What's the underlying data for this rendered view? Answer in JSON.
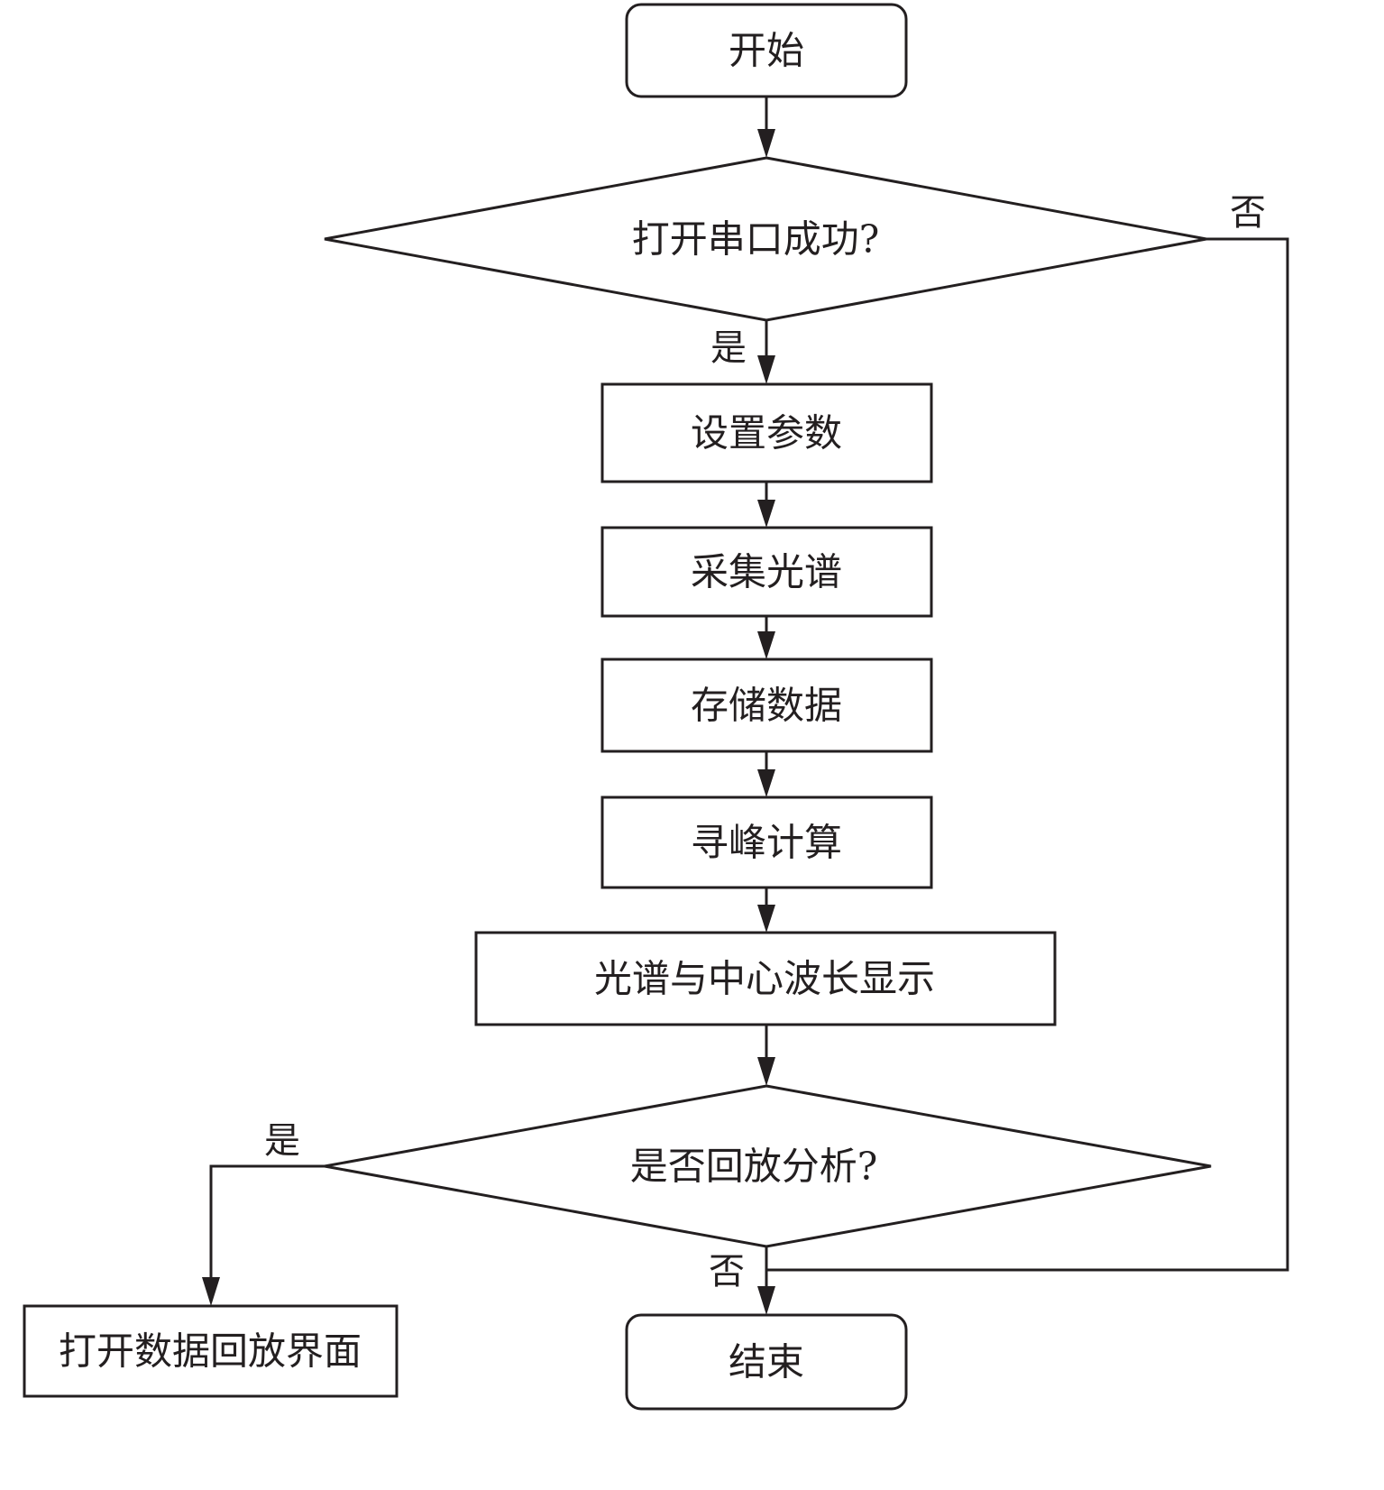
{
  "diagram": {
    "type": "flowchart",
    "colors": {
      "stroke": "#231f20",
      "fill": "#ffffff",
      "text": "#231f20"
    },
    "nodes": {
      "start": {
        "shape": "terminator",
        "label": "开始"
      },
      "open_port": {
        "shape": "decision",
        "label": "打开串口成功?"
      },
      "set_params": {
        "shape": "process",
        "label": "设置参数"
      },
      "collect_spectrum": {
        "shape": "process",
        "label": "采集光谱"
      },
      "store_data": {
        "shape": "process",
        "label": "存储数据"
      },
      "peak_calc": {
        "shape": "process",
        "label": "寻峰计算"
      },
      "display": {
        "shape": "process",
        "label": "光谱与中心波长显示"
      },
      "playback_decision": {
        "shape": "decision",
        "label": "是否回放分析?"
      },
      "open_playback": {
        "shape": "process",
        "label": "打开数据回放界面"
      },
      "end": {
        "shape": "terminator",
        "label": "结束"
      }
    },
    "edges": [
      {
        "from": "start",
        "to": "open_port",
        "label": ""
      },
      {
        "from": "open_port",
        "to": "set_params",
        "label": "是"
      },
      {
        "from": "open_port",
        "to": "end",
        "label": "否"
      },
      {
        "from": "set_params",
        "to": "collect_spectrum",
        "label": ""
      },
      {
        "from": "collect_spectrum",
        "to": "store_data",
        "label": ""
      },
      {
        "from": "store_data",
        "to": "peak_calc",
        "label": ""
      },
      {
        "from": "peak_calc",
        "to": "display",
        "label": ""
      },
      {
        "from": "display",
        "to": "playback_decision",
        "label": ""
      },
      {
        "from": "playback_decision",
        "to": "open_playback",
        "label": "是"
      },
      {
        "from": "playback_decision",
        "to": "end",
        "label": "否"
      }
    ],
    "edge_labels": {
      "open_port_yes": "是",
      "open_port_no": "否",
      "playback_yes": "是",
      "playback_no": "否"
    }
  }
}
